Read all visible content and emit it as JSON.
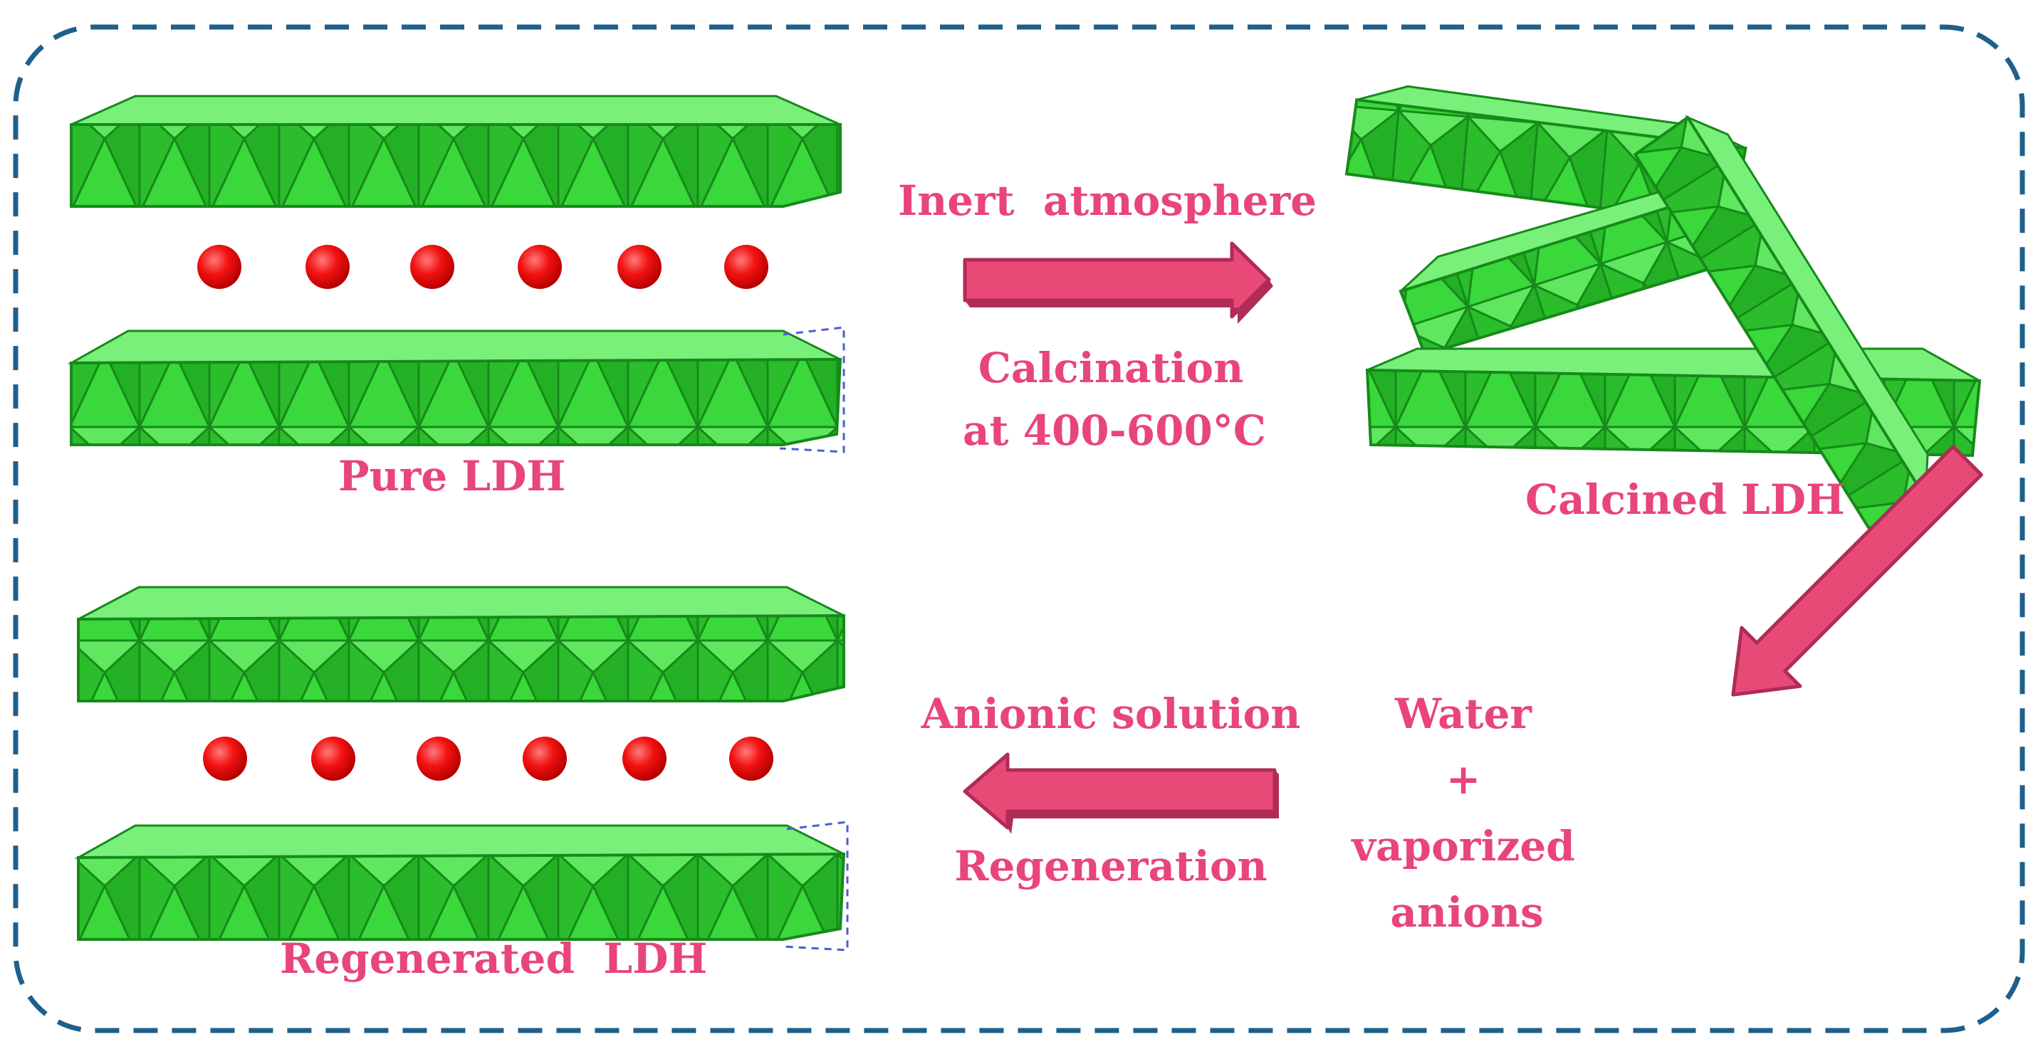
{
  "colors": {
    "border": "#1f5f8b",
    "text": "#e8457a",
    "arrow_fill": "#e84a78",
    "arrow_dark": "#b02c56",
    "octahedron": "#39d43a",
    "octahedron_dark": "#1e9a22",
    "anion_ball": "#f20d0d"
  },
  "labels": {
    "pure_ldh": "Pure LDH",
    "inert_atmosphere": "Inert  atmosphere",
    "calcination": "Calcination",
    "calcination_temp": "at 400-600°C",
    "calcined_ldh": "Calcined LDH",
    "water": "Water",
    "plus": "+",
    "vaporized": "vaporized",
    "anions": "anions",
    "anionic_solution": "Anionic solution",
    "regeneration": "Regeneration",
    "regenerated_ldh": "Regenerated  LDH"
  },
  "icons": {
    "layer": "green-octahedral-layer",
    "anion": "red-sphere",
    "arrow": "pink-block-arrow"
  }
}
